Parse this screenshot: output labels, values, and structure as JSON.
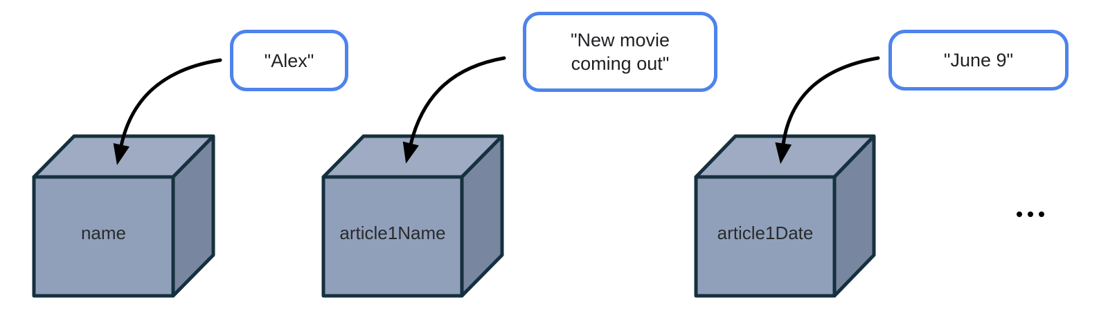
{
  "diagram": {
    "background": "#ffffff",
    "colors": {
      "bubble_border": "#4e83ec",
      "bubble_fill": "#ffffff",
      "bubble_text": "#1e2023",
      "cube_top": "#9eabc2",
      "cube_front": "#91a0ba",
      "cube_side": "#78869f",
      "cube_outline": "#15303e",
      "cube_label_text": "#282a2e",
      "arrow": "#000000",
      "ellipsis_dots": "#000000"
    },
    "boxes": [
      {
        "label": "name",
        "value": "\"Alex\""
      },
      {
        "label": "article1Name",
        "value": "\"New movie\ncoming out\""
      },
      {
        "label": "article1Date",
        "value": "\"June 9\""
      }
    ],
    "ellipsis": "..."
  }
}
